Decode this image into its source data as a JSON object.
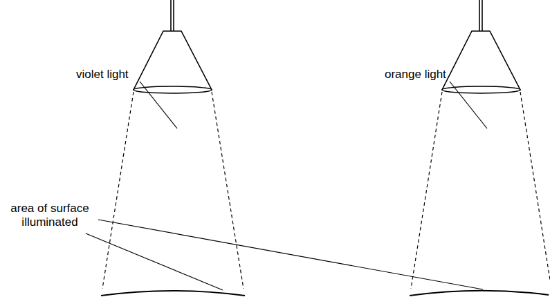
{
  "diagram": {
    "labels": [
      "violet light",
      "orange light",
      "area of surface illuminated"
    ]
  }
}
